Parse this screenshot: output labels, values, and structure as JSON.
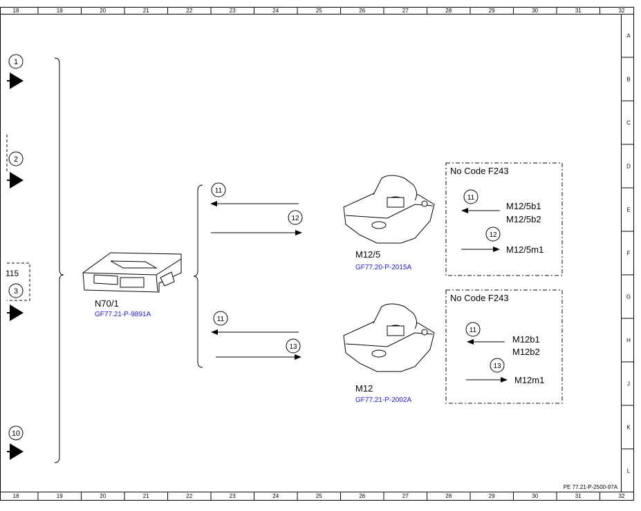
{
  "grid": {
    "columns": [
      "18",
      "19",
      "20",
      "21",
      "22",
      "23",
      "24",
      "25",
      "26",
      "27",
      "28",
      "29",
      "30",
      "31",
      "32"
    ],
    "rows": [
      "A",
      "B",
      "C",
      "D",
      "E",
      "F",
      "G",
      "H",
      "J",
      "K",
      "L"
    ]
  },
  "inputs": [
    {
      "circle": "1"
    },
    {
      "circle": "2"
    },
    {
      "circle": "3",
      "box_label": "115"
    },
    {
      "circle": "10"
    }
  ],
  "n70": {
    "name": "N70/1",
    "ref": "GF77.21-P-9891A"
  },
  "m12_5": {
    "name": "M12/5",
    "ref": "GF77.20-P-2015A",
    "signal_in": "11",
    "signal_out": "12"
  },
  "m12": {
    "name": "M12",
    "ref": "GF77.21-P-2002A",
    "signal_in": "11",
    "signal_out": "13"
  },
  "box_top": {
    "title": "No Code F243",
    "circle_a": "11",
    "circle_b": "12",
    "label_a1": "M12/5b1",
    "label_a2": "M12/5b2",
    "label_b": "M12/5m1"
  },
  "box_bottom": {
    "title": "No Code F243",
    "circle_a": "11",
    "circle_b": "13",
    "label_a1": "M12b1",
    "label_a2": "M12b2",
    "label_b": "M12m1"
  },
  "footer_code": "PE 77.21-P-2500-97A",
  "colors": {
    "link": "#1a1acc",
    "line": "#000000"
  }
}
